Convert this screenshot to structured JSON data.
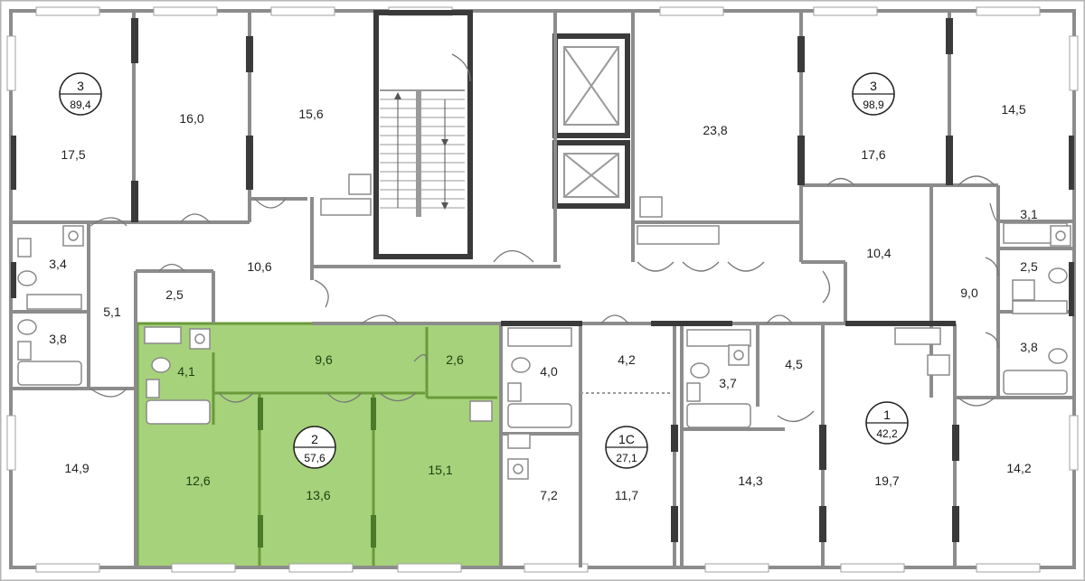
{
  "colors": {
    "wall": "#8c8c8c",
    "dark_wall": "#3a3a3a",
    "selected_fill": "#a6d27b",
    "selected_wall": "#6a9a3a",
    "background": "#ffffff"
  },
  "apartments": [
    {
      "id": "apt-3-left",
      "rooms": "3",
      "area": "89,4"
    },
    {
      "id": "apt-3-right",
      "rooms": "3",
      "area": "98,9"
    },
    {
      "id": "apt-2-selected",
      "rooms": "2",
      "area": "57,6",
      "selected": true
    },
    {
      "id": "apt-1c",
      "rooms": "1С",
      "area": "27,1"
    },
    {
      "id": "apt-1",
      "rooms": "1",
      "area": "42,2"
    }
  ],
  "room_areas": {
    "r1": "17,5",
    "r2": "16,0",
    "r3": "15,6",
    "r4": "23,8",
    "r5": "17,6",
    "r6": "14,5",
    "r7": "3,4",
    "r8": "5,1",
    "r9": "3,8",
    "r10": "10,6",
    "r11": "2,5",
    "r12": "14,9",
    "r13": "10,4",
    "r14": "3,1",
    "r15": "2,5",
    "r16": "9,0",
    "r17": "3,8",
    "r18": "14,2",
    "r19": "4,1",
    "r20": "9,6",
    "r21": "2,6",
    "r22": "12,6",
    "r23": "13,6",
    "r24": "15,1",
    "r25": "4,0",
    "r26": "4,2",
    "r27": "7,2",
    "r28": "11,7",
    "r29": "3,7",
    "r30": "4,5",
    "r31": "14,3",
    "r32": "19,7"
  },
  "icons": [
    "stairs-icon",
    "elevator-icon",
    "bathtub-icon",
    "toilet-icon",
    "sink-icon",
    "door-swing-icon"
  ]
}
